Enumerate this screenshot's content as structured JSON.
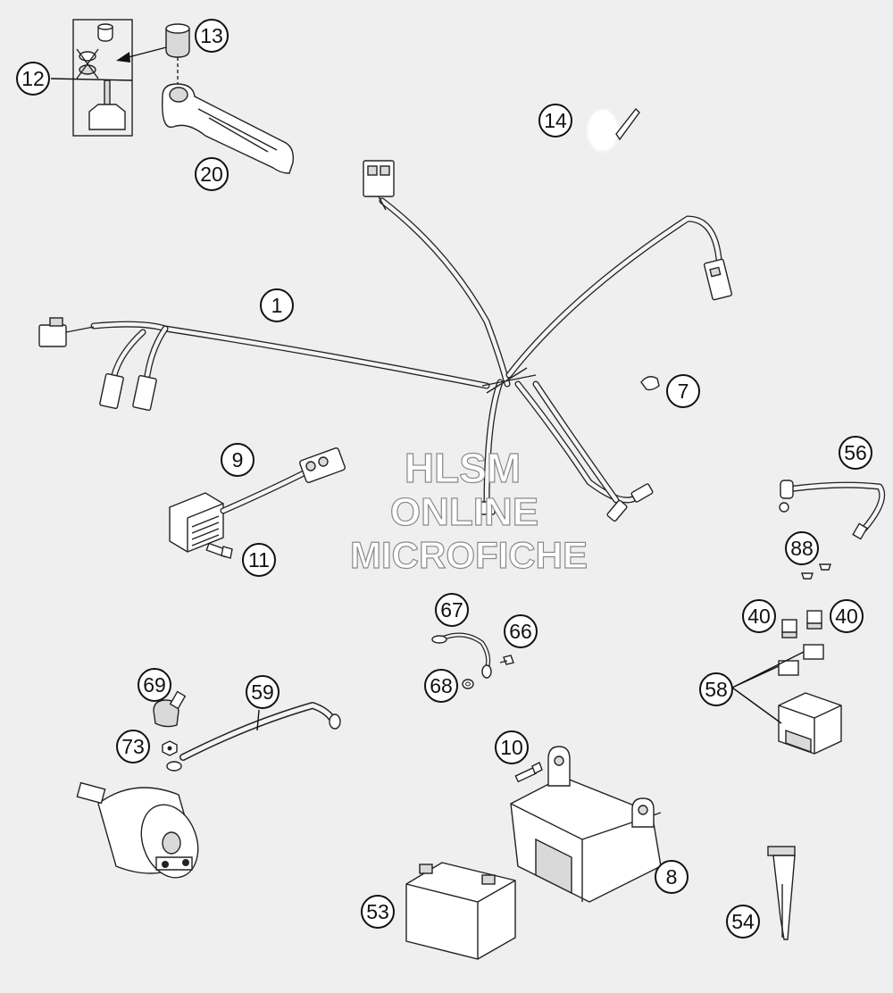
{
  "watermark": {
    "line1": "HLSM",
    "line2": "ONLINE",
    "line3": "MICROFICHE"
  },
  "callouts": {
    "c1": "1",
    "c7": "7",
    "c8": "8",
    "c9": "9",
    "c10": "10",
    "c11": "11",
    "c12": "12",
    "c13": "13",
    "c14": "14",
    "c20": "20",
    "c40a": "40",
    "c40b": "40",
    "c53": "53",
    "c54": "54",
    "c56": "56",
    "c58": "58",
    "c59": "59",
    "c66": "66",
    "c67": "67",
    "c68": "68",
    "c69": "69",
    "c73": "73",
    "c88": "88"
  }
}
